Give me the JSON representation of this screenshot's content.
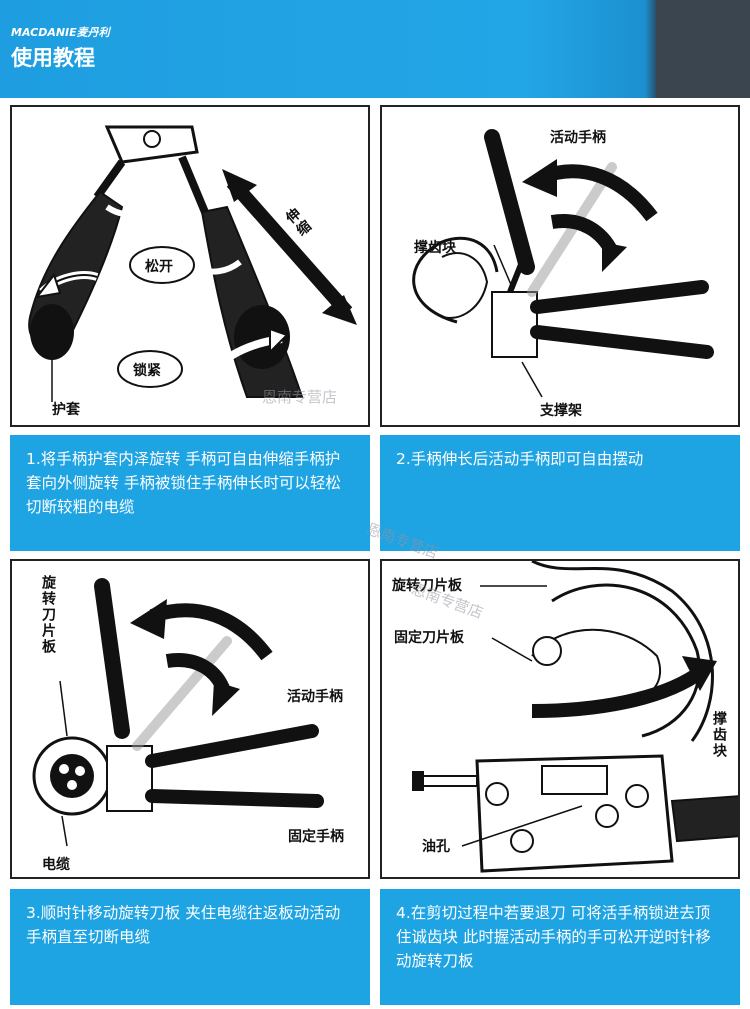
{
  "header": {
    "brand": "MACDANIE麦丹利",
    "title": "使用教程",
    "colors": {
      "bar": "#1ea3e3",
      "dark": "#3a4550"
    }
  },
  "panels": [
    {
      "labels": {
        "extend": "伸缩",
        "loosen": "松开",
        "lock": "锁紧",
        "sleeve": "护套"
      },
      "caption": "1.将手柄护套内泽旋转 手柄可自由伸缩手柄护套向外侧旋转 手柄被锁住手柄伸长时可以轻松切断较粗的电缆"
    },
    {
      "labels": {
        "movable_handle": "活动手柄",
        "ratchet_block": "撑齿块",
        "support_frame": "支撑架"
      },
      "caption": "2.手柄伸长后活动手柄即可自由摆动"
    },
    {
      "labels": {
        "rotating_blade": "旋转刀片板",
        "movable_handle": "活动手柄",
        "fixed_handle": "固定手柄",
        "cable": "电缆"
      },
      "caption": "3.顺时针移动旋转刀板 夹住电缆往返板动活动手柄直至切断电缆"
    },
    {
      "labels": {
        "rotating_blade": "旋转刀片板",
        "fixed_blade": "固定刀片板",
        "ratchet_block": "撑齿块",
        "oil_hole": "油孔"
      },
      "caption": "4.在剪切过程中若要退刀 可将活手柄锁进去顶住诚齿块 此时握活动手柄的手可松开逆时针移动旋转刀板"
    }
  ],
  "watermarks": [
    "恩南专营店",
    "恩南专营店",
    "恩南专营店"
  ]
}
